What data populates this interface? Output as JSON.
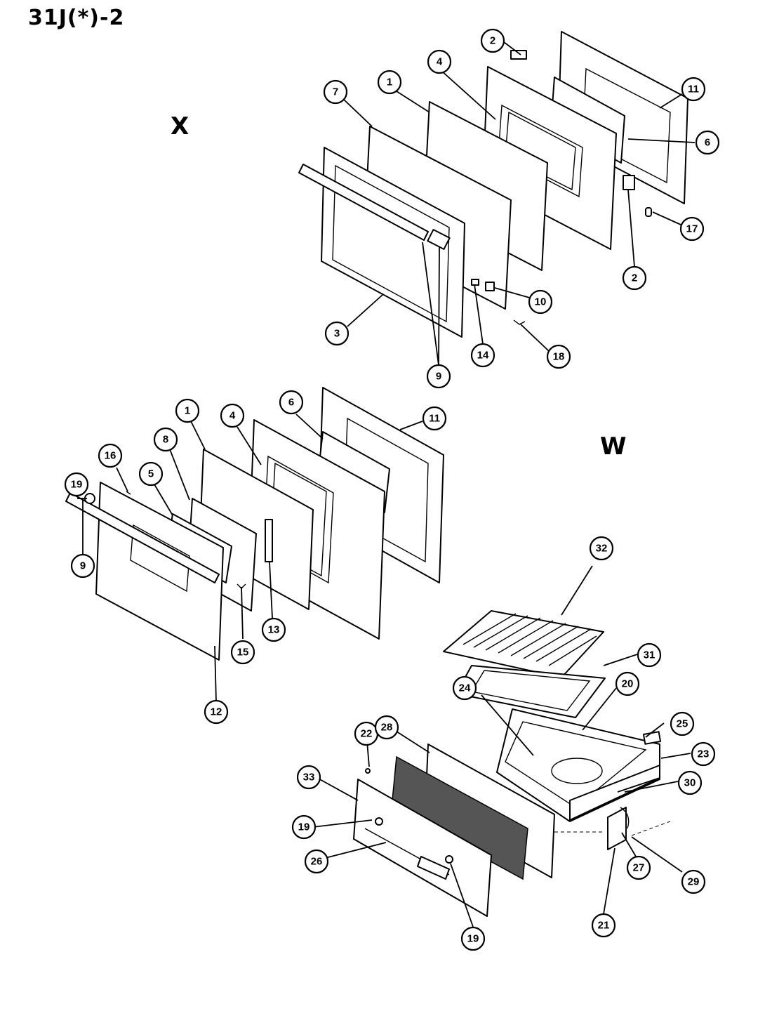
{
  "title": "31J(*)-2",
  "groups": {
    "upper": "X",
    "lower": "W"
  },
  "callouts": {
    "x_2a": "2",
    "x_4": "4",
    "x_1": "1",
    "x_7": "7",
    "x_11": "11",
    "x_6": "6",
    "x_17": "17",
    "x_2b": "2",
    "x_10": "10",
    "x_3": "3",
    "x_14": "14",
    "x_18": "18",
    "x_9": "9",
    "w_1": "1",
    "w_4": "4",
    "w_6": "6",
    "w_11": "11",
    "w_8": "8",
    "w_16": "16",
    "w_5": "5",
    "w_19a": "19",
    "w_9": "9",
    "w_13": "13",
    "w_15": "15",
    "w_12": "12",
    "d_32": "32",
    "d_31": "31",
    "d_20": "20",
    "d_24": "24",
    "d_25": "25",
    "d_23": "23",
    "d_22": "22",
    "d_28": "28",
    "d_30": "30",
    "d_33": "33",
    "d_19a": "19",
    "d_26": "26",
    "d_27": "27",
    "d_29": "29",
    "d_21": "21",
    "d_19b": "19"
  }
}
